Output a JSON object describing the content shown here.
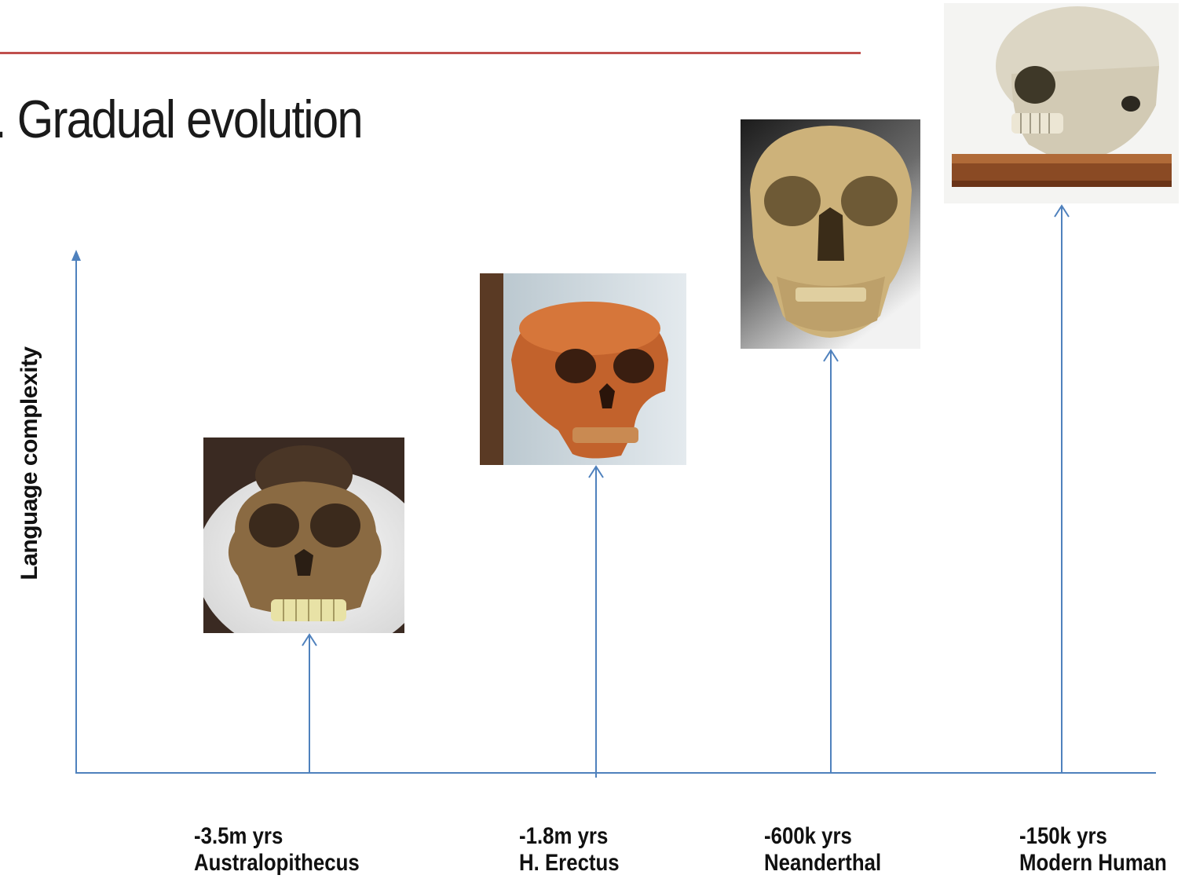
{
  "slide": {
    "title": ". Gradual evolution",
    "y_axis_label": "Language complexity"
  },
  "timeline": [
    {
      "date": "-3.5m yrs",
      "species": "Australopithecus",
      "image": "australopithecus-skull-photo"
    },
    {
      "date": "-1.8m yrs",
      "species": "H. Erectus",
      "image": "homo-erectus-skull-photo"
    },
    {
      "date": "-600k yrs",
      "species": "Neanderthal",
      "image": "neanderthal-skull-photo"
    },
    {
      "date": "-150k yrs",
      "species": "Modern Human",
      "image": "modern-human-skull-photo"
    }
  ],
  "colors": {
    "accent_rule": "#c0504d",
    "axis": "#4f81bd",
    "text": "#111111"
  }
}
